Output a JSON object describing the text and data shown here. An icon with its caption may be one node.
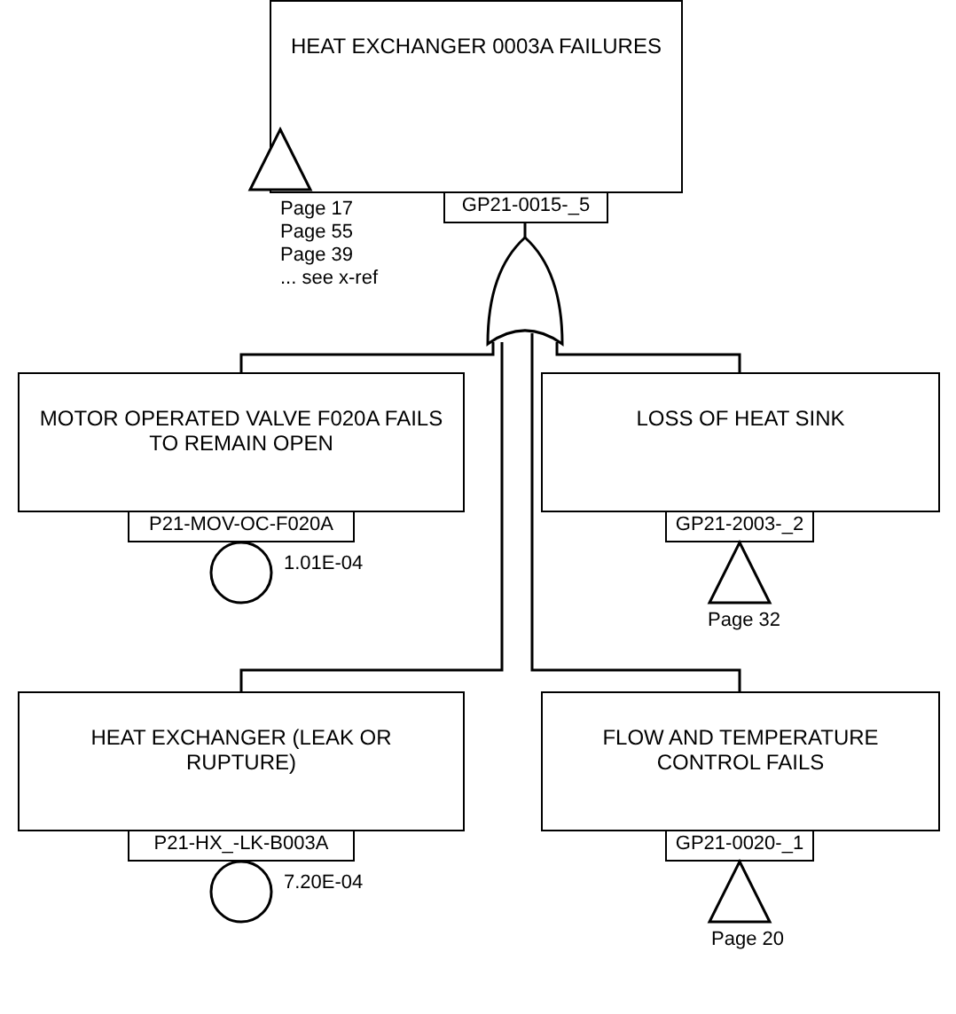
{
  "diagram": {
    "nodes": [
      {
        "text": [
          "HEAT EXCHANGER 0003A FAILURES"
        ]
      },
      {
        "text": [
          "GP21-0015-_5"
        ]
      },
      {
        "text": [],
        "shape": "triangle",
        "beside": [
          "Page 17",
          "Page 55",
          "Page 39",
          "... see x-ref"
        ]
      },
      {
        "text": [],
        "shape": "gate"
      },
      {
        "text": [
          "MOTOR OPERATED VALVE F020A FAILS TO REMAIN OPEN"
        ]
      },
      {
        "text": [
          "P21-MOV-OC-F020A"
        ]
      },
      {
        "text": [],
        "shape": "circle",
        "beside": [
          "1.01E-04"
        ]
      },
      {
        "text": [
          "LOSS OF HEAT SINK"
        ]
      },
      {
        "text": [
          "GP21-2003-_2"
        ]
      },
      {
        "text": [],
        "shape": "triangle",
        "beside": [
          "Page 32"
        ]
      },
      {
        "text": [
          "HEAT EXCHANGER (LEAK OR RUPTURE)"
        ]
      },
      {
        "text": [
          "P21-HX_-LK-B003A"
        ]
      },
      {
        "text": [],
        "shape": "circle",
        "beside": [
          "7.20E-04"
        ]
      },
      {
        "text": [
          "FLOW AND TEMPERATURE CONTROL FAILS"
        ]
      },
      {
        "text": [
          "GP21-0020-_1"
        ]
      },
      {
        "text": [],
        "shape": "triangle",
        "beside": [
          "Page 20"
        ]
      }
    ],
    "edges": [
      {
        "from": 1,
        "to": 3,
        "arrow": "none"
      },
      {
        "from": 3,
        "to": 4,
        "arrow": "none"
      },
      {
        "from": 3,
        "to": 7,
        "arrow": "none"
      },
      {
        "from": 3,
        "to": 10,
        "arrow": "none"
      },
      {
        "from": 3,
        "to": 13,
        "arrow": "none"
      }
    ]
  }
}
